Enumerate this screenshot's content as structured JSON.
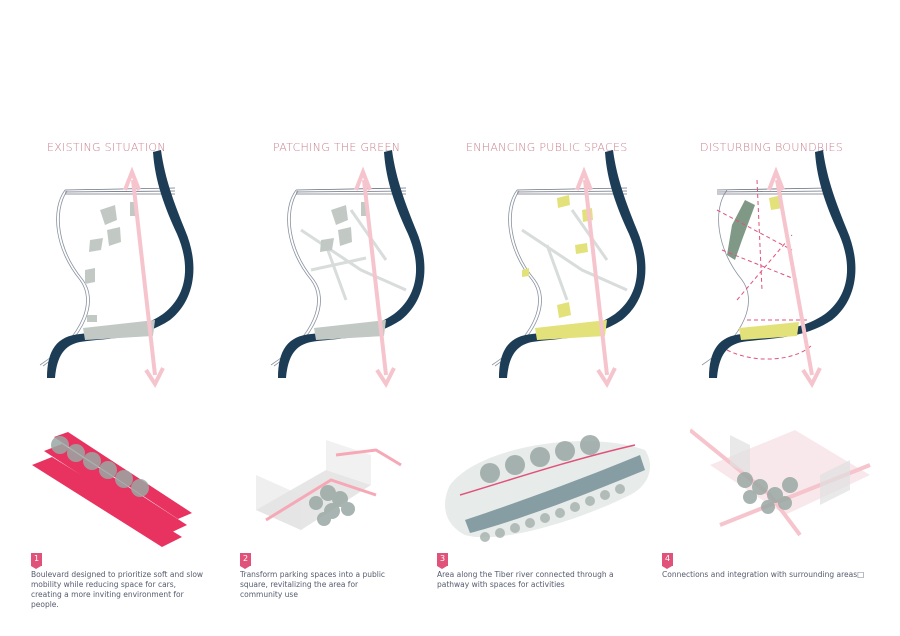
{
  "stages": [
    {
      "title": "EXISTING SITUATION"
    },
    {
      "title": "PATCHING THE GREEN"
    },
    {
      "title": "ENHANCING PUBLIC SPACES"
    },
    {
      "title": "DISTURBING BOUNDRIES"
    }
  ],
  "steps": [
    {
      "number": "1",
      "caption": "Boulevard designed to prioritize soft and slow mobility while reducing space for cars, creating a more inviting environment for people."
    },
    {
      "number": "2",
      "caption": "Transform parking spaces into a public square, revitalizing the area for community use"
    },
    {
      "number": "3",
      "caption": "Area along the Tiber river connected through a pathway with spaces for activities"
    },
    {
      "number": "4",
      "caption": "Connections and integration with surrounding areas□"
    }
  ],
  "colors": {
    "river": "#1d3d57",
    "axis": "#f6c4cc",
    "highlight": "#e0527a",
    "green_patch": "#c2c9c5",
    "public_space": "#e3e27a",
    "title": "#c97d8a"
  }
}
